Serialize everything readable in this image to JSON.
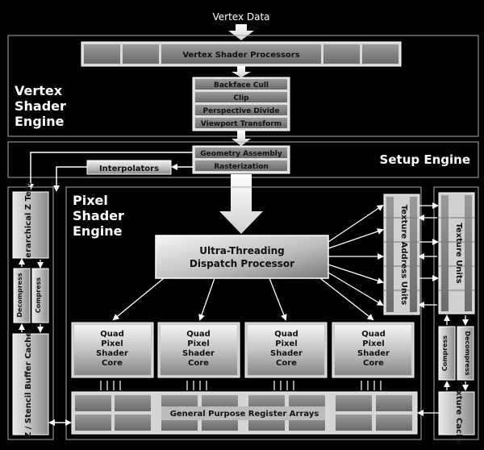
{
  "input_label": "Vertex Data",
  "vertex_engine": {
    "title_lines": [
      "Vertex",
      "Shader",
      "Engine"
    ],
    "processors": "Vertex Shader Processors",
    "stages": [
      "Backface Cull",
      "Clip",
      "Perspective Divide",
      "Viewport Transform"
    ]
  },
  "setup_engine": {
    "title": "Setup Engine",
    "stages": [
      "Geometry Assembly",
      "Rasterization"
    ],
    "interpolators": "Interpolators"
  },
  "pixel_engine": {
    "title_lines": [
      "Pixel",
      "Shader",
      "Engine"
    ],
    "dispatch_lines": [
      "Ultra-Threading",
      "Dispatch Processor"
    ],
    "core_lines": [
      "Quad",
      "Pixel",
      "Shader",
      "Core"
    ],
    "register_arrays": "General Purpose Register Arrays",
    "texture_address": "Texture Address Units"
  },
  "left_column": {
    "hiz": "Hierarchical Z Test",
    "decompress": "Decompress",
    "compress": "Compress",
    "zcache": "Z / Stencil Buffer Cache"
  },
  "right_column": {
    "texture_units": "Texture Units",
    "compress": "Compress",
    "decompress": "Decompress",
    "texture_cache": "Texture Cache"
  }
}
